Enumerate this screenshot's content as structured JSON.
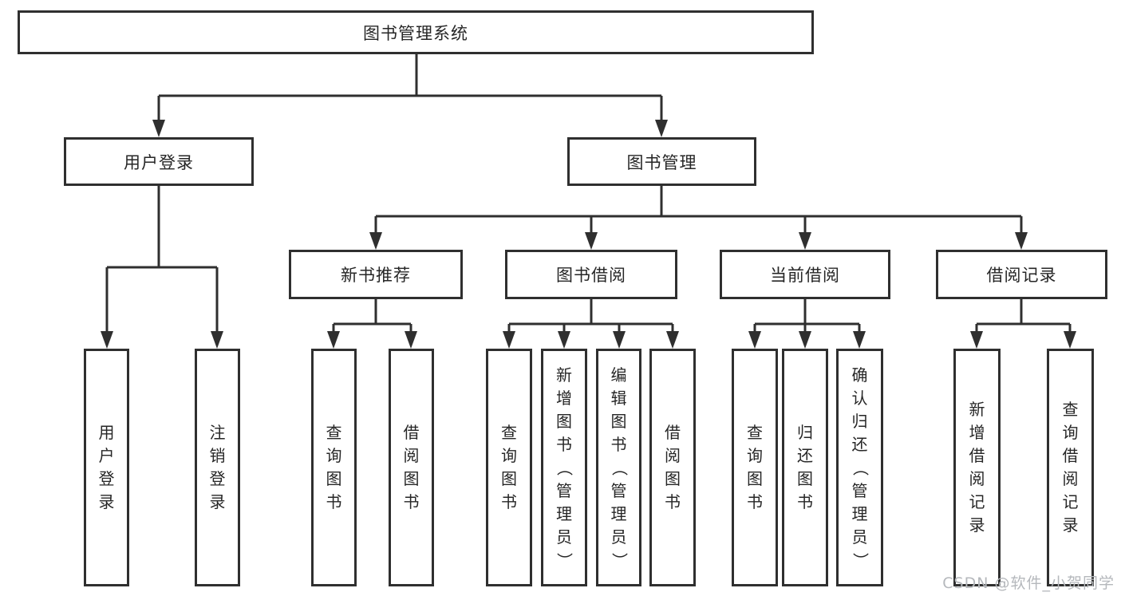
{
  "colors": {
    "line": "#2f2f2f",
    "text": "#262626",
    "box_background": "#ffffff",
    "watermark": "#b5b8bc"
  },
  "root": {
    "label": "图书管理系统"
  },
  "level2": [
    {
      "label": "用户登录"
    },
    {
      "label": "图书管理"
    }
  ],
  "level3": [
    {
      "label": "新书推荐"
    },
    {
      "label": "图书借阅"
    },
    {
      "label": "当前借阅"
    },
    {
      "label": "借阅记录"
    }
  ],
  "leaves": [
    {
      "label": "用户登录"
    },
    {
      "label": "注销登录"
    },
    {
      "label": "查询图书"
    },
    {
      "label": "借阅图书"
    },
    {
      "label": "查询图书"
    },
    {
      "label": "新增图书（管理员）"
    },
    {
      "label": "编辑图书（管理员）"
    },
    {
      "label": "借阅图书"
    },
    {
      "label": "查询图书"
    },
    {
      "label": "归还图书"
    },
    {
      "label": "确认归还（管理员）"
    },
    {
      "label": "新增借阅记录"
    },
    {
      "label": "查询借阅记录"
    }
  ],
  "watermark": {
    "text": "CSDN @软件_小贺同学"
  }
}
